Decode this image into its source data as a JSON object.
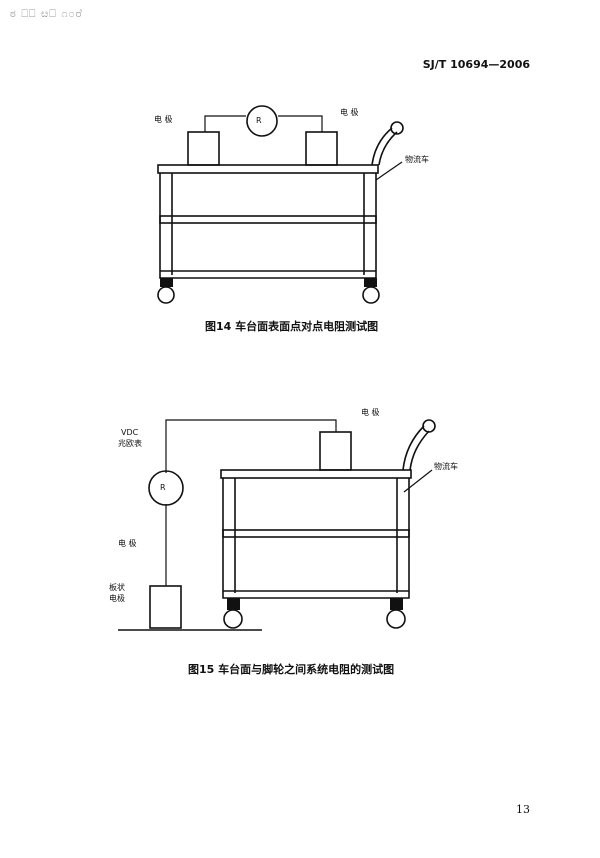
{
  "header": {
    "corner_mark": "ಠ ⎕⎕ ೞ⎕ ೧೦ರೆ",
    "standard_code": "SJ/T 10694—2006"
  },
  "figure14": {
    "caption": "图14   车台面表面点对点电阻测试图",
    "electrode_left": "电 极",
    "electrode_right": "电 极",
    "meter_symbol": "R",
    "cart_label": "物流车"
  },
  "figure15": {
    "caption": "图15   车台面与脚轮之间系统电阻的测试图",
    "meter_label_line1": "VDC",
    "meter_label_line2": "兆欧表",
    "meter_symbol": "R",
    "electrode_top": "电 极",
    "electrode_left": "电 极",
    "plate_label_line1": "板状",
    "plate_label_line2": "电极",
    "cart_label": "物流车"
  },
  "footer": {
    "page_number": "13"
  }
}
